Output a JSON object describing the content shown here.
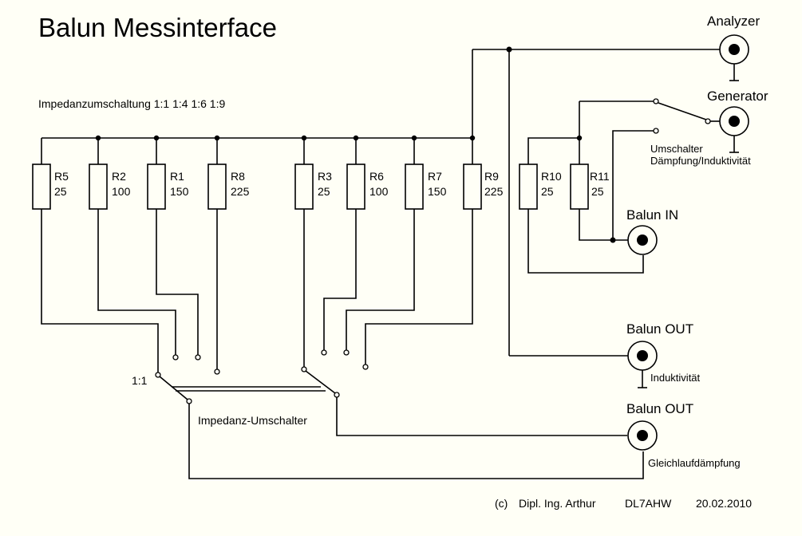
{
  "title": "Balun Messinterface",
  "impedance_label": "Impedanzumschaltung 1:1  1:4  1:6  1:9",
  "resistors": [
    {
      "name": "R5",
      "value": "25"
    },
    {
      "name": "R2",
      "value": "100"
    },
    {
      "name": "R1",
      "value": "150"
    },
    {
      "name": "R8",
      "value": "225"
    },
    {
      "name": "R3",
      "value": "25"
    },
    {
      "name": "R6",
      "value": "100"
    },
    {
      "name": "R7",
      "value": "150"
    },
    {
      "name": "R9",
      "value": "225"
    },
    {
      "name": "R10",
      "value": "25"
    },
    {
      "name": "R11",
      "value": "25"
    }
  ],
  "connectors": {
    "analyzer": "Analyzer",
    "generator": "Generator",
    "balun_in": "Balun IN",
    "balun_out_1": "Balun OUT",
    "balun_out_2": "Balun OUT"
  },
  "switch_labels": {
    "umschalter_line1": "Umschalter",
    "umschalter_line2": "Dämpfung/Induktivität",
    "impedanz_umschalter": "Impedanz-Umschalter",
    "ratio_1_1": "1:1"
  },
  "notes": {
    "induktivitaet": "Induktivität",
    "gleichlaufdaempfung": "Gleichlaufdämpfung"
  },
  "copyright": {
    "c": "(c)",
    "author": "Dipl. Ing. Arthur",
    "callsign": "DL7AHW",
    "date": "20.02.2010"
  }
}
